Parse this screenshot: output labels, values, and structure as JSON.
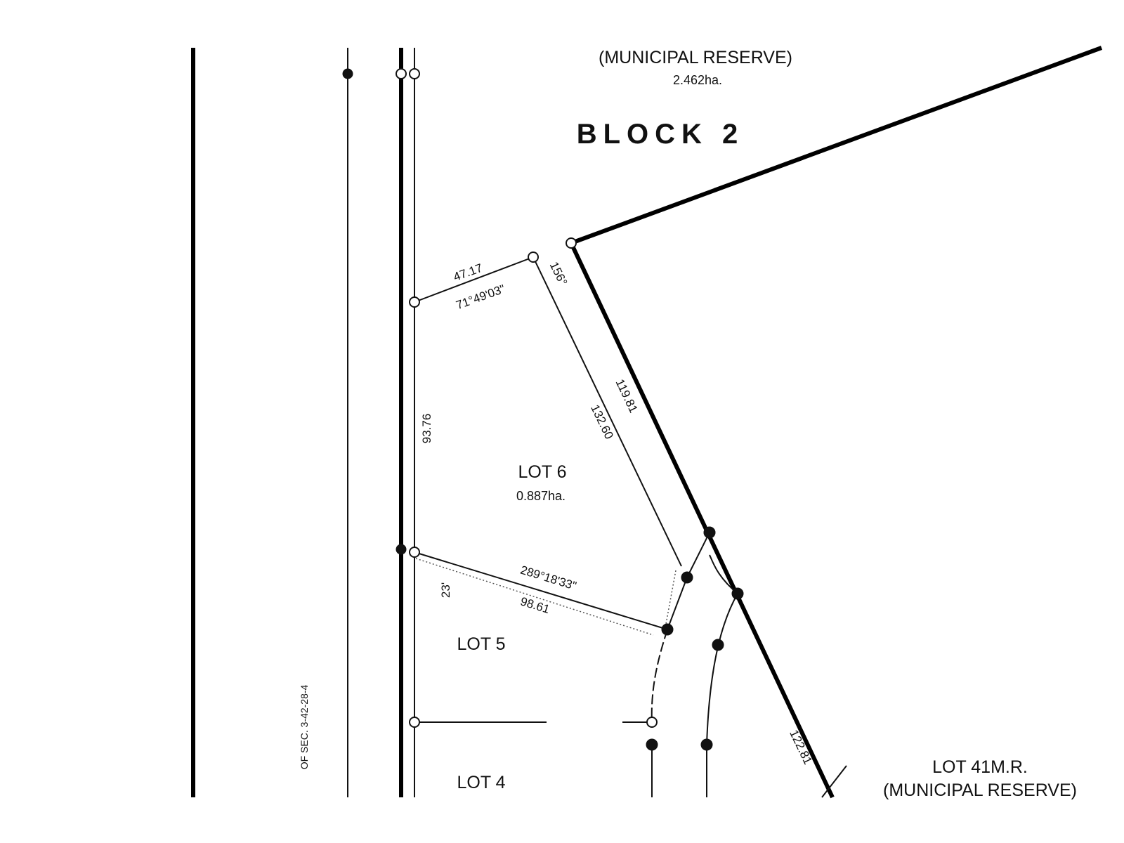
{
  "labels": {
    "reserve_top": "(MUNICIPAL RESERVE)",
    "reserve_top_area": "2.462ha.",
    "block": "BLOCK 2",
    "lot6": "LOT 6",
    "lot6_area": "0.887ha.",
    "lot5": "LOT 5",
    "lot4": "LOT 4",
    "lot41_name": "LOT 41M.R.",
    "lot41_desc": "(MUNICIPAL RESERVE)",
    "section_ref": "OF SEC. 3-42-28-4"
  },
  "dimensions": {
    "top_distance": "47.17",
    "top_bearing": "71°49'03\"",
    "corner_angle": "156°",
    "left_distance": "93.76",
    "east_distance_outer": "119.81",
    "east_distance_inner": "132.60",
    "south_bearing": "289°18'33\"",
    "south_distance": "98.61",
    "small_dim": "23'",
    "se_distance": "122.81"
  }
}
